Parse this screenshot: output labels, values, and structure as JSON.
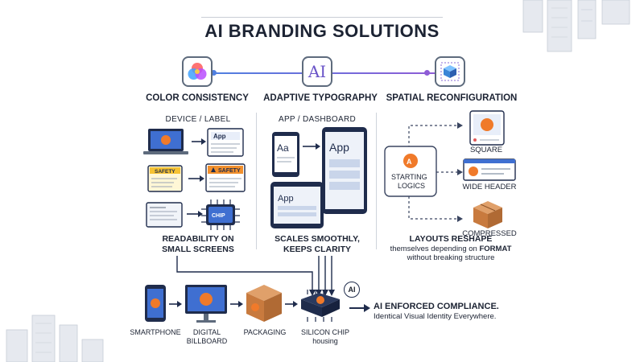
{
  "title": "AI BRANDING SOLUTIONS",
  "features": [
    {
      "icon": "color-wheel-icon",
      "label": "COLOR CONSISTENCY"
    },
    {
      "icon": "ai-typography-icon",
      "label": "ADAPTIVE TYPOGRAPHY",
      "icon_text": "AI"
    },
    {
      "icon": "3d-cube-icon",
      "label": "SPATIAL RECONFIGURATION"
    }
  ],
  "color_panel": {
    "subtitle": "DEVICE / LABEL",
    "app_text": "App",
    "safety_text": "SAFETY",
    "chip_text": "CHIP",
    "caption_line1": "READABILITY ON",
    "caption_line2": "SMALL SCREENS"
  },
  "typography_panel": {
    "subtitle": "APP / DASHBOARD",
    "phone_text": "Aa",
    "tablet_text": "App",
    "landscape_text": "App",
    "caption_line1": "SCALES SMOOTHLY,",
    "caption_line2": "KEEPS CLARITY"
  },
  "spatial_panel": {
    "start_label_line1": "STARTING",
    "start_label_line2": "LOGICS",
    "square_label": "SQUARE",
    "wide_label": "WIDE HEADER",
    "compressed_label": "COMPRESSED",
    "caption_line1": "LAYOUTS RESHAPE",
    "caption_line2_pre": "themselves depending on ",
    "caption_line2_bold": "FORMAT",
    "caption_line3": "without breaking structure"
  },
  "bottom": {
    "smartphone": "SMARTPHONE",
    "billboard_line1": "DIGITAL",
    "billboard_line2": "BILLBOARD",
    "packaging": "PACKAGING",
    "chip_line1": "SILICON CHIP",
    "chip_line2": "housing",
    "ai_badge": "AI",
    "result_title": "AI ENFORCED COMPLIANCE.",
    "result_sub": "Identical Visual Identity Everywhere."
  },
  "colors": {
    "brand_orange": "#f07a2a",
    "navy": "#1f2c4c",
    "slate": "#5e6b7d",
    "screen_blue": "#3f6fd1"
  }
}
